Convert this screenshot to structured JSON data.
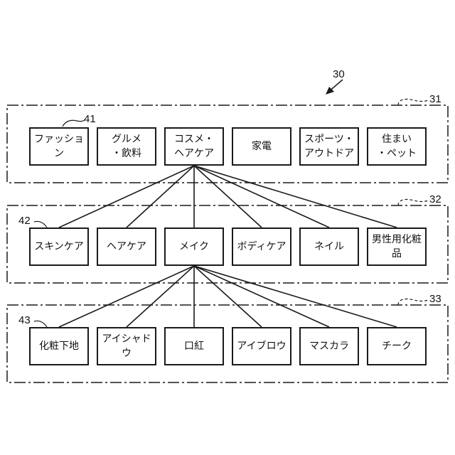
{
  "diagram": {
    "figure_ref": "30",
    "layers": [
      {
        "ref": "31",
        "node_ref": "41",
        "nodes": [
          "ファッション",
          "グルメ\n・飲料",
          "コスメ・\nヘアケア",
          "家電",
          "スポーツ・\nアウトドア",
          "住まい\n・ペット"
        ]
      },
      {
        "ref": "32",
        "node_ref": "42",
        "nodes": [
          "スキンケア",
          "ヘアケア",
          "メイク",
          "ボディケア",
          "ネイル",
          "男性用化粧品"
        ]
      },
      {
        "ref": "33",
        "node_ref": "43",
        "nodes": [
          "化粧下地",
          "アイシャドウ",
          "口紅",
          "アイブロウ",
          "マスカラ",
          "チーク"
        ]
      }
    ],
    "edges": [
      {
        "from_layer": 0,
        "from_node": 2,
        "to_layer": 1
      },
      {
        "from_layer": 1,
        "from_node": 2,
        "to_layer": 2
      }
    ],
    "colors": {
      "line": "#1a1a1a",
      "background": "#ffffff"
    }
  }
}
